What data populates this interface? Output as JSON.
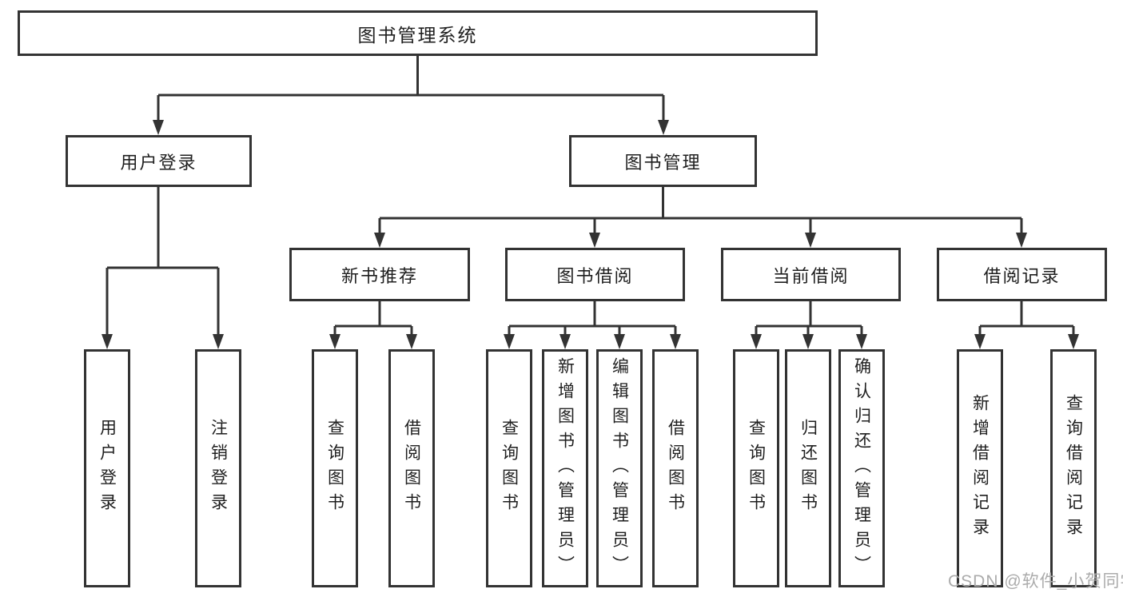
{
  "tree": {
    "root": {
      "label": "图书管理系统"
    },
    "branches": [
      {
        "label": "用户登录",
        "children": [
          {
            "label": "用户登录"
          },
          {
            "label": "注销登录"
          }
        ]
      },
      {
        "label": "图书管理",
        "children": [
          {
            "label": "新书推荐",
            "children": [
              {
                "label": "查询图书"
              },
              {
                "label": "借阅图书"
              }
            ]
          },
          {
            "label": "图书借阅",
            "children": [
              {
                "label": "查询图书"
              },
              {
                "label": "新增图书（管理员）"
              },
              {
                "label": "编辑图书（管理员）"
              },
              {
                "label": "借阅图书"
              }
            ]
          },
          {
            "label": "当前借阅",
            "children": [
              {
                "label": "查询图书"
              },
              {
                "label": "归还图书"
              },
              {
                "label": "确认归还（管理员）"
              }
            ]
          },
          {
            "label": "借阅记录",
            "children": [
              {
                "label": "新增借阅记录"
              },
              {
                "label": "查询借阅记录"
              }
            ]
          }
        ]
      }
    ]
  },
  "watermark": {
    "text": "CSDN @软件_小贺同学"
  },
  "colors": {
    "line": "#333333",
    "box_border": "#333333",
    "box_fill": "#ffffff",
    "text": "#1f1f1f",
    "watermark": "#ababab",
    "background": "#ffffff"
  }
}
